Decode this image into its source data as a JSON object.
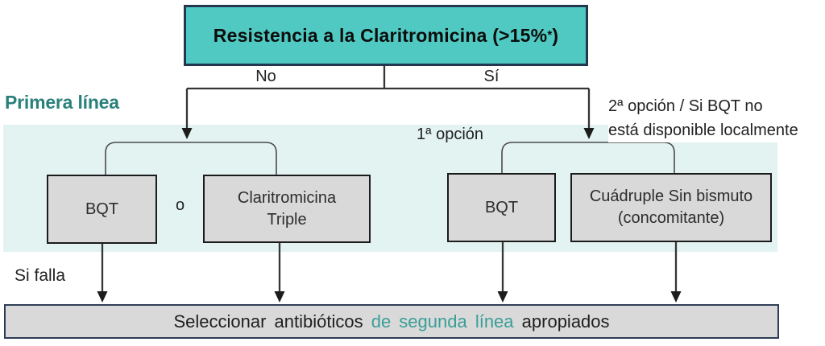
{
  "colors": {
    "header_fill": "#4fc9c1",
    "header_border": "#23384f",
    "section_band": "#e3f3f1",
    "section_label_text": "#2a807b",
    "treatment_box_fill": "#d9d9d9",
    "treatment_box_border": "#1b1b1b",
    "bottom_bar_fill": "#d9d9d9",
    "bottom_bar_border": "#2e3d54",
    "bottom_bar_accent_text": "#3a9e97"
  },
  "decision_box": {
    "text_main": "Resistencia a la Claritromicina (>15%",
    "superscript": "*",
    "text_close": ")"
  },
  "branches": {
    "no": "No",
    "si": "Sí"
  },
  "section_label": "Primera línea",
  "option_labels": {
    "first": "1ª opción",
    "second_line1": "2ª opción / Si BQT no",
    "second_line2": "está disponible localmente"
  },
  "treatment_boxes": {
    "bqt_left": "BQT",
    "or": "o",
    "claritromicina_triple_line1": "Claritromicina",
    "claritromicina_triple_line2": "Triple",
    "bqt_right": "BQT",
    "cuadruple_line1": "Cuádruple Sin bismuto",
    "cuadruple_line2": "(concomitante)"
  },
  "fail_label": "Si falla",
  "bottom_bar": {
    "part1": "Seleccionar antibióticos ",
    "part2_teal": "de segunda línea",
    "part3": " apropiados"
  }
}
